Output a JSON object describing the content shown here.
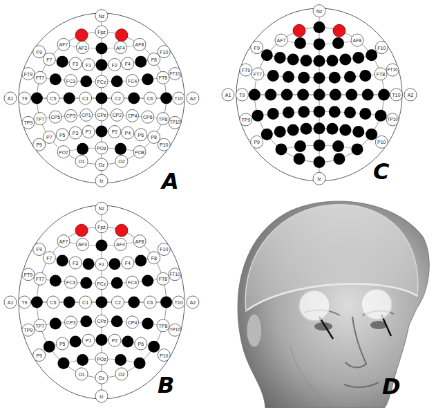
{
  "diagram": {
    "labels": [
      "Nz",
      "Fpz",
      "AF7",
      "AF3",
      "AF4",
      "AF8",
      "F9",
      "F7",
      "F3",
      "F1",
      "F2",
      "F4",
      "F8",
      "F10",
      "FT9",
      "FT7",
      "FC3",
      "FCz",
      "FC4",
      "FT8",
      "FT10",
      "A1",
      "T9",
      "C5",
      "C1",
      "C2",
      "C6",
      "T10",
      "A2",
      "TP9",
      "TP7",
      "CP5",
      "CP3",
      "CP1",
      "CPz",
      "CP2",
      "CP4",
      "CP6",
      "TP8",
      "TP10",
      "P9",
      "P7",
      "P5",
      "P3",
      "P1",
      "P2",
      "P4",
      "P6",
      "P8",
      "P10",
      "PO7",
      "POz",
      "PO8",
      "O1",
      "Oz",
      "O2",
      "Iz",
      "A",
      "Nz",
      "AF7",
      "AF8",
      "F9",
      "F10",
      "FT9",
      "FT7",
      "FT8",
      "FT10",
      "A1",
      "T9",
      "T10",
      "A2",
      "TP9",
      "TP10",
      "P9",
      "P10",
      "Iz",
      "C",
      "Nz",
      "Fpz",
      "AF7",
      "AF3",
      "AF4",
      "AF8",
      "F9",
      "F7",
      "F3",
      "Fz",
      "F4",
      "F8",
      "F10",
      "FT9",
      "FT7",
      "FC3",
      "FCz",
      "FC4",
      "FT8",
      "FT10",
      "A1",
      "T9",
      "C5",
      "C1",
      "C2",
      "C6",
      "T10",
      "A2",
      "TP9",
      "TP7",
      "CP3",
      "CPz",
      "CP4",
      "TP8",
      "TP10",
      "P9",
      "P5",
      "P1",
      "P2",
      "P6",
      "P10",
      "POz",
      "O1",
      "Oz",
      "O2",
      "Iz",
      "B",
      "D"
    ]
  }
}
